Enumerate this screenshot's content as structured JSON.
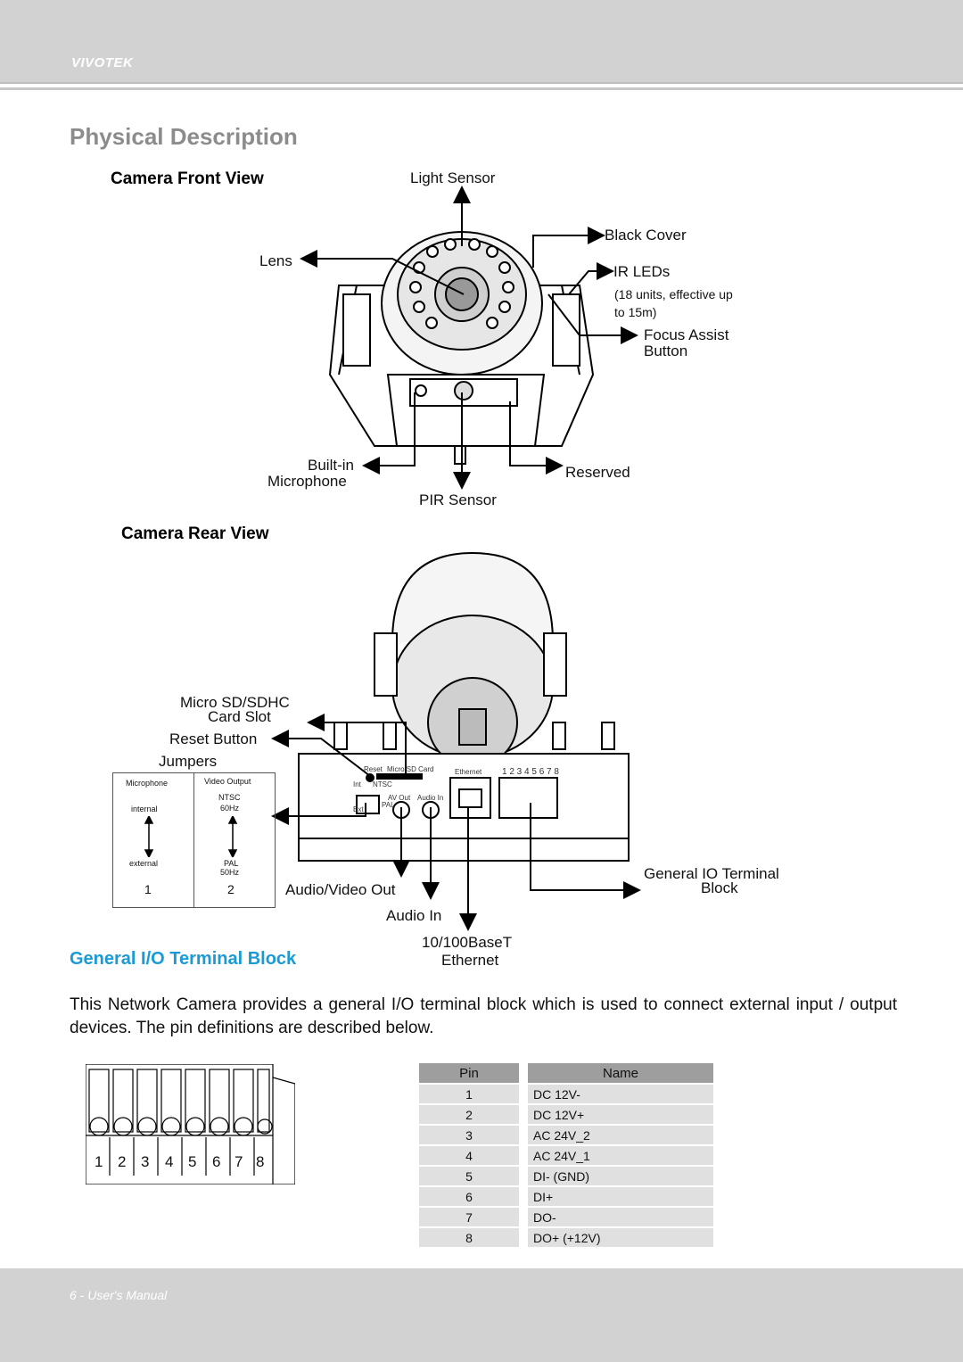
{
  "header": {
    "brand": "VIVOTEK"
  },
  "page_title": "Physical Description",
  "front_view": {
    "heading": "Camera Front View",
    "labels": {
      "light_sensor": "Light Sensor",
      "black_cover": "Black Cover",
      "lens": "Lens",
      "ir_leds": "IR LEDs",
      "ir_note_1": "(18 units, effective up",
      "ir_note_2": "to 15m)",
      "focus_assist_1": "Focus Assist",
      "focus_assist_2": "Button",
      "microphone_1": "Built-in",
      "microphone_2": "Microphone",
      "reserved": "Reserved",
      "pir_sensor": "PIR Sensor"
    }
  },
  "rear_view": {
    "heading": "Camera Rear View",
    "labels": {
      "sd_slot_1": "Micro SD/SDHC",
      "sd_slot_2": "Card Slot",
      "reset_button": "Reset Button",
      "jumpers": "Jumpers",
      "audio_video_out": "Audio/Video Out",
      "audio_in": "Audio In",
      "ethernet_1": "10/100BaseT",
      "ethernet_2": "Ethernet",
      "io_terminal_1": "General IO Terminal",
      "io_terminal_2": "Block"
    },
    "jumper_table": {
      "col1_header": "Microphone",
      "col2_header": "Video Output",
      "col1_top": "internal",
      "col1_bottom": "external",
      "col2_top_1": "NTSC",
      "col2_top_2": "60Hz",
      "col2_bottom_1": "PAL",
      "col2_bottom_2": "50Hz",
      "col1_number": "1",
      "col2_number": "2"
    },
    "panel_text": {
      "reset": "Reset",
      "micro_sd": "Micro SD Card",
      "ethernet": "Ethernet",
      "pins": "1 2 3 4 5 6 7 8",
      "av_out": "AV Out",
      "audio_in": "Audio In",
      "int": "Int",
      "ext": "Ext",
      "ntsc": "NTSC",
      "pal": "PAL"
    }
  },
  "io_section": {
    "title": "General I/O Terminal Block",
    "description": "This Network Camera provides a general I/O terminal block which is used to connect external input / output devices. The pin definitions are described below.",
    "terminal_pins": [
      "1",
      "2",
      "3",
      "4",
      "5",
      "6",
      "7",
      "8"
    ],
    "table": {
      "headers": {
        "pin": "Pin",
        "name": "Name"
      },
      "rows": [
        {
          "pin": "1",
          "name": "DC 12V-"
        },
        {
          "pin": "2",
          "name": "DC 12V+"
        },
        {
          "pin": "3",
          "name": "AC 24V_2"
        },
        {
          "pin": "4",
          "name": "AC 24V_1"
        },
        {
          "pin": "5",
          "name": "DI- (GND)"
        },
        {
          "pin": "6",
          "name": "DI+"
        },
        {
          "pin": "7",
          "name": "DO-"
        },
        {
          "pin": "8",
          "name": "DO+ (+12V)"
        }
      ]
    }
  },
  "footer": {
    "text": "6 - User's Manual"
  }
}
